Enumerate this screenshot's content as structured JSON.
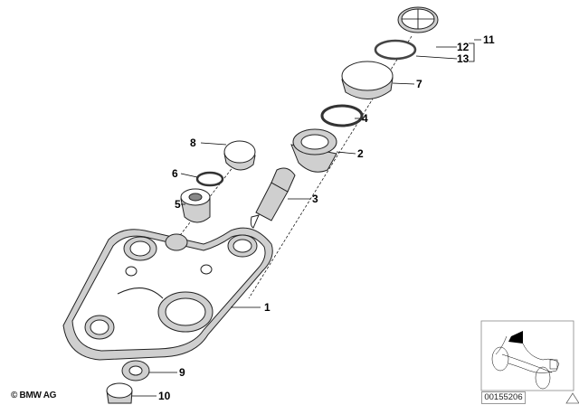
{
  "callouts": [
    {
      "number": "1"
    },
    {
      "number": "2"
    },
    {
      "number": "3"
    },
    {
      "number": "4"
    },
    {
      "number": "5"
    },
    {
      "number": "6"
    },
    {
      "number": "7"
    },
    {
      "number": "8"
    },
    {
      "number": "9"
    },
    {
      "number": "10"
    },
    {
      "number": "11"
    },
    {
      "number": "12"
    },
    {
      "number": "13"
    }
  ],
  "footer": {
    "copyright": "© BMW AG",
    "diagram_id": "00155206"
  },
  "icons": {
    "warning": "warning-triangle-icon",
    "inset": "motorcycle-thumbnail"
  }
}
